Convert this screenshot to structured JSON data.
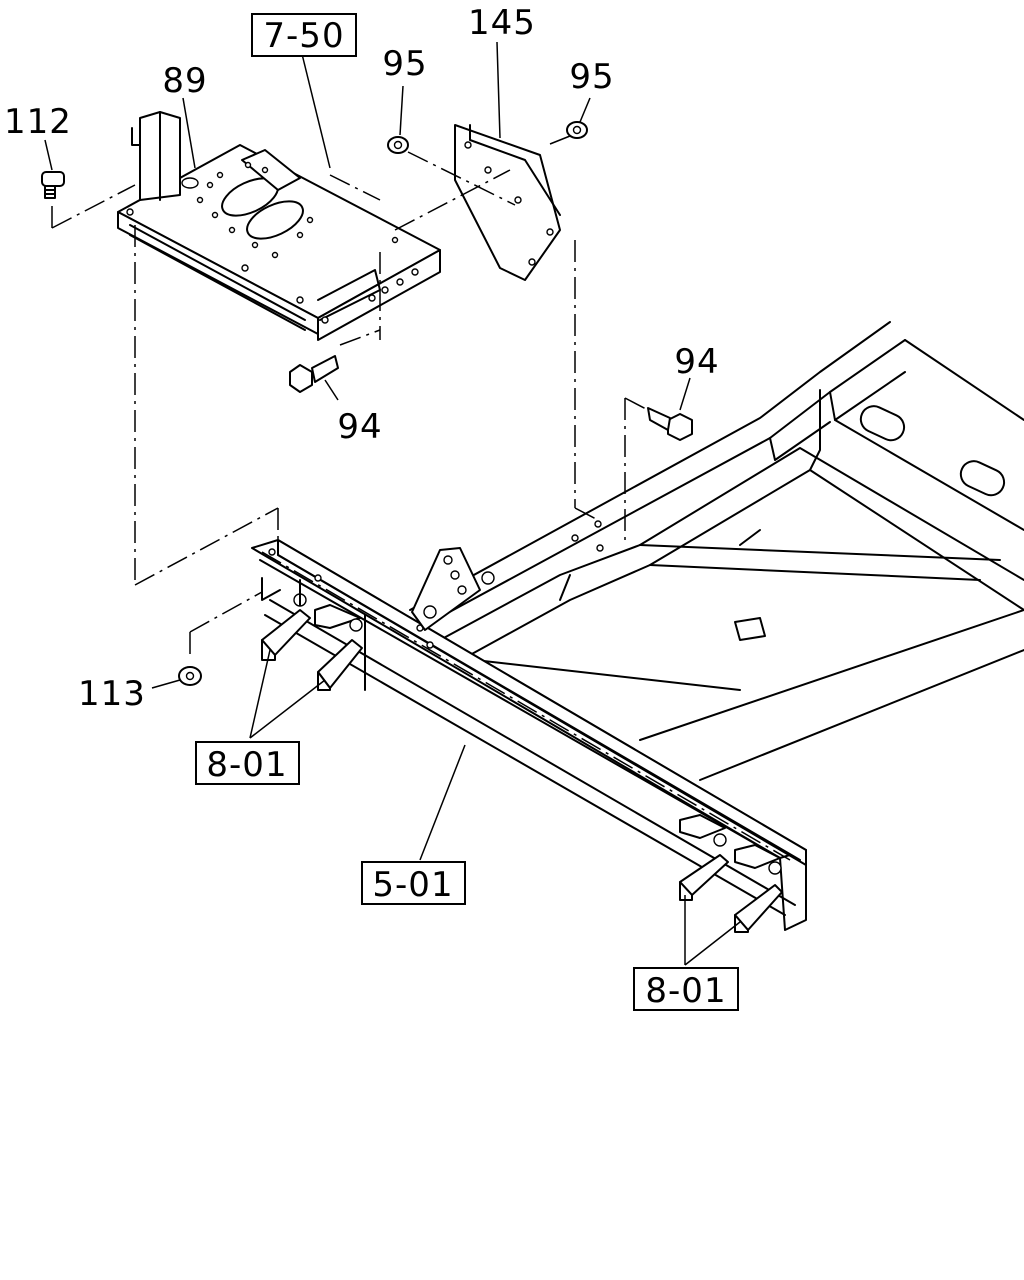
{
  "labels": {
    "ref_7_50": "7-50",
    "part_145": "145",
    "part_95_left": "95",
    "part_95_right": "95",
    "part_89": "89",
    "part_112": "112",
    "part_94_left": "94",
    "part_94_right": "94",
    "part_113": "113",
    "ref_8_01_left": "8-01",
    "ref_5_01": "5-01",
    "ref_8_01_right": "8-01"
  }
}
